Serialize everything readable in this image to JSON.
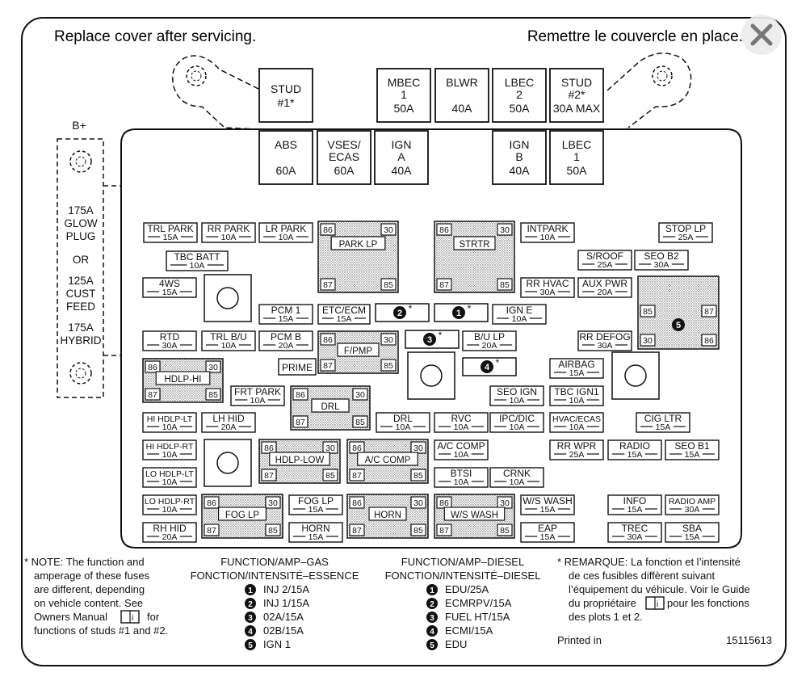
{
  "header": {
    "left": "Replace cover after servicing.",
    "right": "Remettre le couvercle en place."
  },
  "top_left_boxes": [
    {
      "key": "stud1",
      "lines": [
        "STUD",
        "#1*"
      ]
    }
  ],
  "top_boxes": [
    {
      "key": "mbec1",
      "lines": [
        "MBEC",
        "1",
        "50A"
      ]
    },
    {
      "key": "blwr",
      "lines": [
        "BLWR",
        "",
        "40A"
      ]
    },
    {
      "key": "lbec2",
      "lines": [
        "LBEC",
        "2",
        "50A"
      ]
    },
    {
      "key": "stud2",
      "lines": [
        "STUD",
        "#2*",
        "30A MAX"
      ]
    }
  ],
  "second_boxes": [
    {
      "key": "abs",
      "lines": [
        "ABS",
        "",
        "60A"
      ]
    },
    {
      "key": "vses",
      "lines": [
        "VSES/",
        "ECAS",
        "60A"
      ]
    },
    {
      "key": "igna",
      "lines": [
        "IGN",
        "A",
        "40A"
      ]
    },
    {
      "key": "ignb",
      "lines": [
        "IGN",
        "B",
        "40A"
      ]
    },
    {
      "key": "lbec1",
      "lines": [
        "LBEC",
        "1",
        "50A"
      ]
    }
  ],
  "left_side": {
    "bplus": "B+",
    "lines": [
      "175A",
      "GLOW",
      "PLUG",
      "OR",
      "125A",
      "CUST",
      "FEED",
      "175A",
      "HYBRID"
    ]
  },
  "fuses": [
    {
      "key": "trl-park",
      "label": "TRL PARK",
      "amp": "15A"
    },
    {
      "key": "rr-park",
      "label": "RR PARK",
      "amp": "10A"
    },
    {
      "key": "lr-park",
      "label": "LR PARK",
      "amp": "10A"
    },
    {
      "key": "tbc-batt",
      "label": "TBC BATT",
      "amp": "10A"
    },
    {
      "key": "4ws",
      "label": "4WS",
      "amp": "15A"
    },
    {
      "key": "pcm1",
      "label": "PCM 1",
      "amp": "15A"
    },
    {
      "key": "etc-ecm",
      "label": "ETC/ECM",
      "amp": "15A"
    },
    {
      "key": "rtd",
      "label": "RTD",
      "amp": "30A"
    },
    {
      "key": "trl-bu",
      "label": "TRL B/U",
      "amp": "10A"
    },
    {
      "key": "pcm-b",
      "label": "PCM B",
      "amp": "20A"
    },
    {
      "key": "intpark",
      "label": "INTPARK",
      "amp": "10A"
    },
    {
      "key": "stop-lp",
      "label": "STOP LP",
      "amp": "25A"
    },
    {
      "key": "s-roof",
      "label": "S/ROOF",
      "amp": "25A"
    },
    {
      "key": "seo-b2",
      "label": "SEO B2",
      "amp": "30A"
    },
    {
      "key": "rr-hvac",
      "label": "RR HVAC",
      "amp": "30A"
    },
    {
      "key": "aux-pwr",
      "label": "AUX PWR",
      "amp": "20A"
    },
    {
      "key": "ign-e",
      "label": "IGN E",
      "amp": "10A"
    },
    {
      "key": "bu-lp",
      "label": "B/U LP",
      "amp": "20A"
    },
    {
      "key": "rr-defog",
      "label": "RR DEFOG",
      "amp": "30A"
    },
    {
      "key": "airbag",
      "label": "AIRBAG",
      "amp": "15A"
    },
    {
      "key": "frt-park",
      "label": "FRT PARK",
      "amp": "10A"
    },
    {
      "key": "seo-ign",
      "label": "SEO IGN",
      "amp": "10A"
    },
    {
      "key": "tbc-ign1",
      "label": "TBC IGN1",
      "amp": "10A"
    },
    {
      "key": "hi-hdlp-lt",
      "label": "HI HDLP-LT",
      "amp": "10A"
    },
    {
      "key": "lh-hid",
      "label": "LH HID",
      "amp": "20A"
    },
    {
      "key": "drl-f",
      "label": "DRL",
      "amp": "10A"
    },
    {
      "key": "rvc",
      "label": "RVC",
      "amp": "10A"
    },
    {
      "key": "ipc-dic",
      "label": "IPC/DIC",
      "amp": "10A"
    },
    {
      "key": "hvac-ecas",
      "label": "HVAC/ECAS",
      "amp": "10A"
    },
    {
      "key": "cig-ltr",
      "label": "CIG LTR",
      "amp": "15A"
    },
    {
      "key": "hi-hdlp-rt",
      "label": "HI HDLP-RT",
      "amp": "10A"
    },
    {
      "key": "ac-comp-f",
      "label": "A/C COMP",
      "amp": "10A"
    },
    {
      "key": "rr-wpr",
      "label": "RR WPR",
      "amp": "25A"
    },
    {
      "key": "radio",
      "label": "RADIO",
      "amp": "15A"
    },
    {
      "key": "seo-b1",
      "label": "SEO B1",
      "amp": "15A"
    },
    {
      "key": "lo-hdlp-lt",
      "label": "LO HDLP-LT",
      "amp": "10A"
    },
    {
      "key": "btsi",
      "label": "BTSI",
      "amp": "10A"
    },
    {
      "key": "crnk",
      "label": "CRNK",
      "amp": "10A"
    },
    {
      "key": "lo-hdlp-rt",
      "label": "LO HDLP-RT",
      "amp": "10A"
    },
    {
      "key": "fog-lp-f",
      "label": "FOG LP",
      "amp": "15A"
    },
    {
      "key": "ws-wash-f",
      "label": "W/S WASH",
      "amp": "15A"
    },
    {
      "key": "info",
      "label": "INFO",
      "amp": "15A"
    },
    {
      "key": "radio-amp",
      "label": "RADIO AMP",
      "amp": "30A"
    },
    {
      "key": "rh-hid",
      "label": "RH HID",
      "amp": "20A"
    },
    {
      "key": "horn-f",
      "label": "HORN",
      "amp": "15A"
    },
    {
      "key": "eap",
      "label": "EAP",
      "amp": "15A"
    },
    {
      "key": "trec",
      "label": "TREC",
      "amp": "30A"
    },
    {
      "key": "sba",
      "label": "SBA",
      "amp": "15A"
    }
  ],
  "single_fuses": [
    {
      "key": "prime",
      "label": "PRIME"
    }
  ],
  "relays": [
    {
      "key": "park-lp",
      "label": "PARK LP",
      "pins": [
        "86",
        "30",
        "87",
        "85"
      ]
    },
    {
      "key": "strtr",
      "label": "STRTR",
      "pins": [
        "86",
        "30",
        "87",
        "85"
      ]
    },
    {
      "key": "fpmp",
      "label": "F/PMP",
      "pins": [
        "86",
        "30",
        "87",
        "85"
      ]
    },
    {
      "key": "hdlp-hi",
      "label": "HDLP-HI",
      "pins": [
        "86",
        "30",
        "87",
        "85"
      ]
    },
    {
      "key": "drl-relay",
      "label": "DRL",
      "pins": [
        "86",
        "30",
        "87",
        "85"
      ]
    },
    {
      "key": "hdlp-low",
      "label": "HDLP-LOW",
      "pins": [
        "86",
        "30",
        "87",
        "85"
      ]
    },
    {
      "key": "ac-comp-relay",
      "label": "A/C COMP",
      "pins": [
        "86",
        "30",
        "87",
        "85"
      ]
    },
    {
      "key": "fog-lp-relay",
      "label": "FOG LP",
      "pins": [
        "86",
        "30",
        "87",
        "85"
      ]
    },
    {
      "key": "horn-relay",
      "label": "HORN",
      "pins": [
        "86",
        "30",
        "87",
        "85"
      ]
    },
    {
      "key": "ws-wash-relay",
      "label": "W/S WASH",
      "pins": [
        "86",
        "30",
        "87",
        "85"
      ]
    }
  ],
  "relay5": {
    "pins": [
      "85",
      "87",
      "30",
      "86"
    ],
    "number": "5"
  },
  "numbered_slots": [
    {
      "key": "slot1",
      "num": "1",
      "star": "*"
    },
    {
      "key": "slot2",
      "num": "2",
      "star": "*"
    },
    {
      "key": "slot3",
      "num": "3",
      "star": "*"
    },
    {
      "key": "slot4",
      "num": "4",
      "star": "*"
    }
  ],
  "footer": {
    "note": [
      "* NOTE:  The function and",
      "amperage of these fuses",
      "are different, depending",
      "on vehicle content.  See",
      "Owners Manual",
      "for",
      "functions of studs #1 and #2."
    ],
    "gas_title": [
      "FUNCTION/AMP–GAS",
      "FONCTION/INTENSITÉ–ESSENCE"
    ],
    "gas_items": [
      "INJ 2/15A",
      "INJ 1/15A",
      "02A/15A",
      "02B/15A",
      "IGN 1"
    ],
    "diesel_title": [
      "FUNCTION/AMP–DIESEL",
      "FONCTION/INTENSITÉ–DIESEL"
    ],
    "diesel_items": [
      "EDU/25A",
      "ECMRPV/15A",
      "FUEL HT/15A",
      "ECMI/15A",
      "EDU"
    ],
    "remarque": [
      "* REMARQUE:  La fonction et l’intensité",
      "de ces fusibles diffèrent suivant",
      "l’équipement du véhicule. Voir le Guide",
      "du propriétaire",
      "pour les fonctions",
      "des plots 1 et 2."
    ],
    "printed": "Printed in",
    "part_no": "15115613"
  }
}
